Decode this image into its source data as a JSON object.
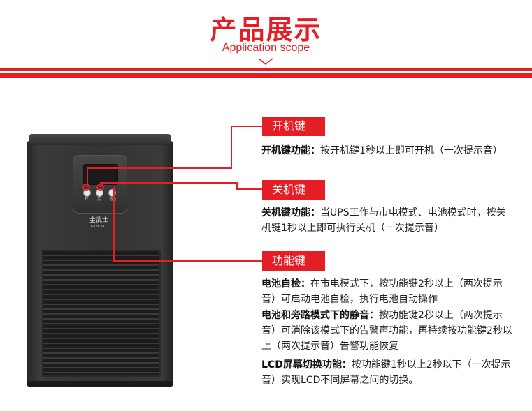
{
  "header": {
    "title": "产品展示",
    "subtitle": "Application scope"
  },
  "device": {
    "brand": "金武士",
    "model": "GT3KVA",
    "btn_labels": [
      "开",
      "关",
      "功能"
    ]
  },
  "callouts": [
    {
      "tag": "开机键",
      "items": [
        {
          "label": "开机键功能：",
          "text": "按开机键1秒以上即可开机（一次提示音）"
        }
      ]
    },
    {
      "tag": "关机键",
      "items": [
        {
          "label": "关机键功能：",
          "text": "当UPS工作与市电模式、电池模式时，按关机键1秒以上即可执行关机（一次提示音）"
        }
      ]
    },
    {
      "tag": "功能键",
      "items": [
        {
          "label": "电池自检：",
          "text": "在市电模式下，按功能键2秒以上（两次提示音）可启动电池自检，执行电池自动操作"
        },
        {
          "label": "电池和旁路模式下的静音：",
          "text": "按功能键2秒以上（两次提示音）可消除该模式下的告警声功能，再持续按功能键2秒以上（两次提示音）告警功能恢复"
        },
        {
          "label": "LCD屏幕切换功能：",
          "text": "按功能键1秒以上2秒以下（一次提示音）实现LCD不同屏幕之间的切换。"
        }
      ]
    }
  ],
  "colors": {
    "accent": "#e51e25"
  }
}
